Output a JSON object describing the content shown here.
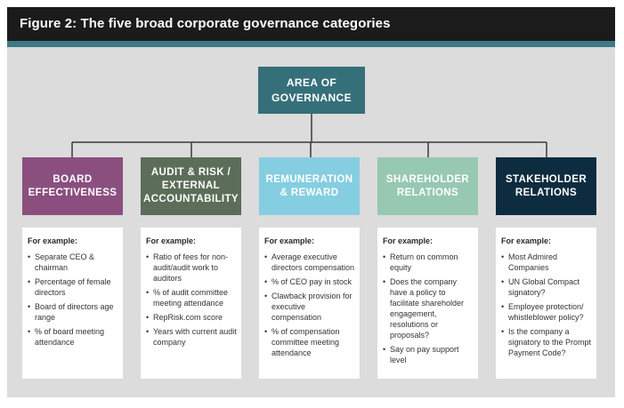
{
  "title": "Figure 2: The five broad corporate governance categories",
  "root": {
    "line1": "AREA OF",
    "line2": "GOVERNANCE",
    "color": "#356f7a"
  },
  "categories": [
    {
      "lines": [
        "BOARD",
        "EFFECTIVENESS"
      ],
      "color": "#8a4f7e",
      "lead": "For example:",
      "items": [
        "Separate CEO & chairman",
        "Percentage of female directors",
        "Board of directors age range",
        "% of board meeting attendance"
      ]
    },
    {
      "lines": [
        "AUDIT & RISK /",
        "EXTERNAL",
        "ACCOUNTABILITY"
      ],
      "color": "#5c6e5a",
      "lead": "For example:",
      "items": [
        "Ratio of fees for non-audit/audit work to auditors",
        "% of audit committee meeting attendance",
        "RepRisk.com score",
        "Years with current audit company"
      ]
    },
    {
      "lines": [
        "REMUNERATION",
        "& REWARD"
      ],
      "color": "#85cde0",
      "lead": "For example:",
      "items": [
        "Average executive directors compensation",
        "% of CEO pay in stock",
        "Clawback provision for executive compensation",
        "% of compensation committee meeting attendance"
      ]
    },
    {
      "lines": [
        "SHAREHOLDER",
        "RELATIONS"
      ],
      "color": "#97c9b2",
      "lead": "For example:",
      "items": [
        "Return on common equity",
        "Does the company have a policy to facilitate shareholder engagement, resolutions or proposals?",
        "Say on pay support level"
      ]
    },
    {
      "lines": [
        "STAKEHOLDER",
        "RELATIONS"
      ],
      "color": "#0d2c3f",
      "lead": "For example:",
      "items": [
        "Most Admired Companies",
        "UN Global Compact signatory?",
        "Employee protection/ whistleblower policy?",
        "Is the company a signatory to the Prompt Payment Code?"
      ]
    }
  ]
}
